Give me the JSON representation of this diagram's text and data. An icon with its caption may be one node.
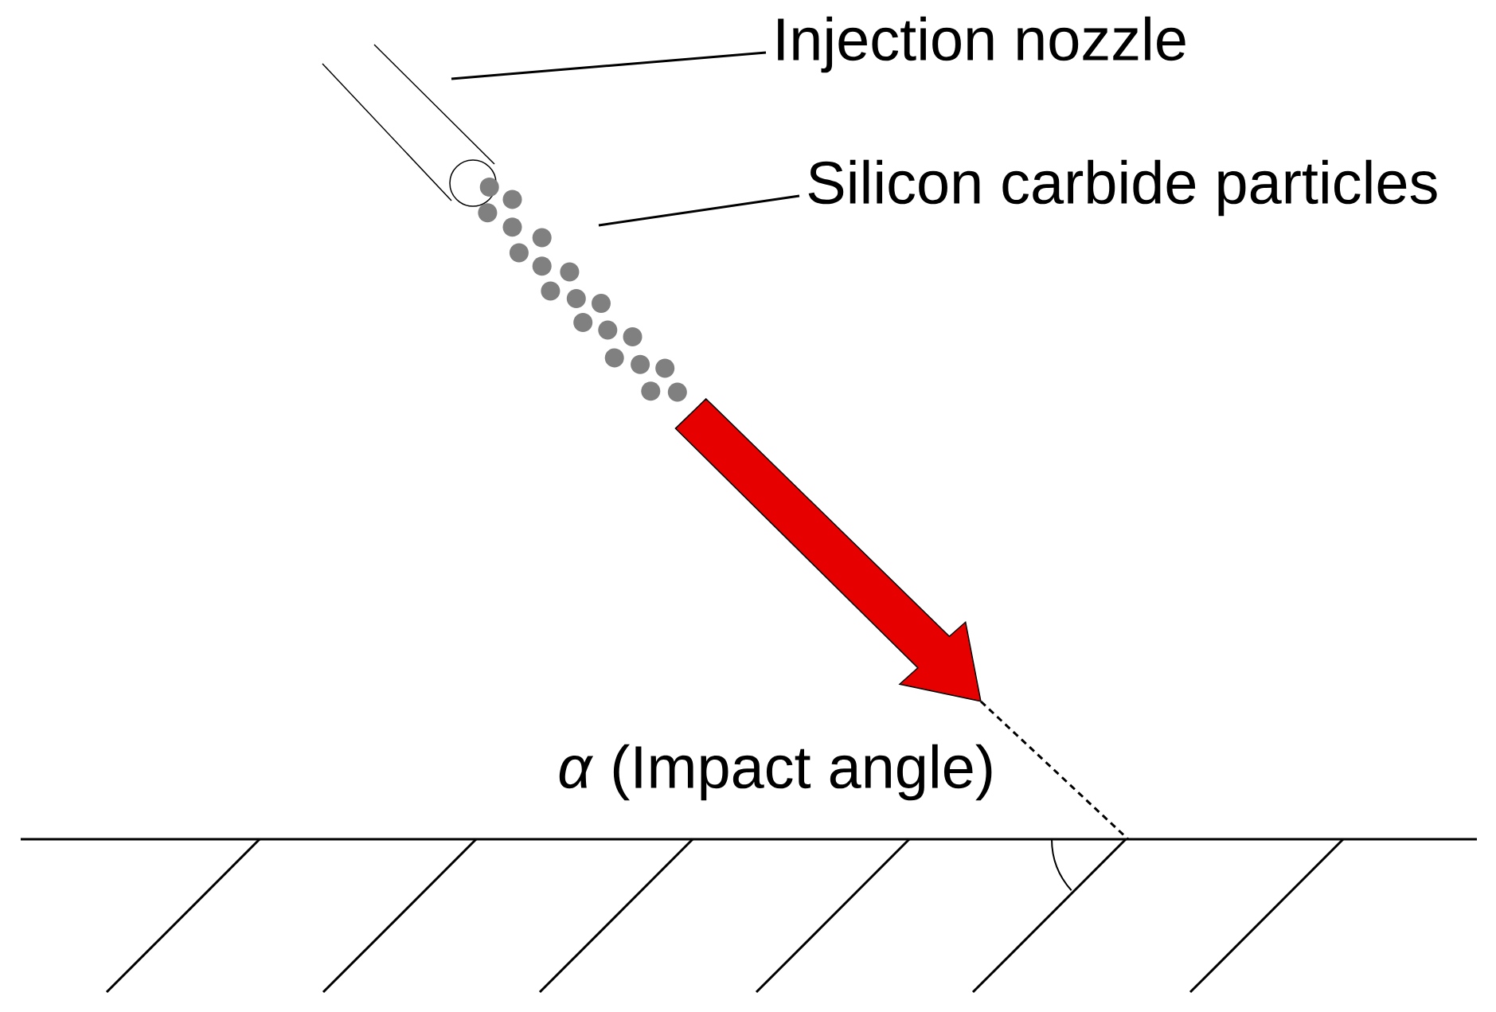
{
  "diagram": {
    "nodes": [
      {
        "text": [
          "Injection nozzle"
        ]
      },
      {
        "text": [],
        "shape": "cylinder"
      },
      {
        "text": [
          "Silicon carbide particles"
        ]
      },
      {
        "text": [],
        "shape": "circle"
      }
    ],
    "edges": [
      {
        "from": 0,
        "to": 1,
        "arrow": "none"
      },
      {
        "from": 2,
        "to": 3,
        "arrow": "none"
      }
    ],
    "labels": [
      "*α* (Impact angle)"
    ]
  }
}
